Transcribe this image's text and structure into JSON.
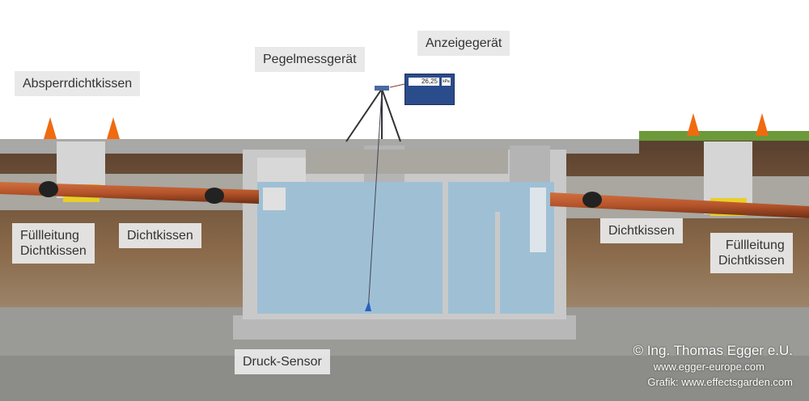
{
  "labels": {
    "absperrdichtkissen": "Absperrdichtkissen",
    "pegelmessgeraet": "Pegelmessgerät",
    "anzeigegeraet": "Anzeigegerät",
    "fuellleitung_left_1": "Füllleitung",
    "fuellleitung_left_2": "Dichtkissen",
    "dichtkissen_left": "Dichtkissen",
    "dichtkissen_right": "Dichtkissen",
    "fuellleitung_right_1": "Füllleitung",
    "fuellleitung_right_2": "Dichtkissen",
    "druck_sensor": "Druck-Sensor"
  },
  "display": {
    "value": "26,25",
    "unit": "kPa"
  },
  "credits": {
    "copyright": "© Ing. Thomas Egger e.U.",
    "website": "www.egger-europe.com",
    "graphic": "Grafik: www.effectsgarden.com"
  },
  "colors": {
    "pipe": "#b5542a",
    "water": "#9fc0d4",
    "concrete": "#c9c9c9",
    "soil": "#7a5a3e",
    "gravel": "#9a9a96",
    "cushion": "#e8cf2a"
  }
}
